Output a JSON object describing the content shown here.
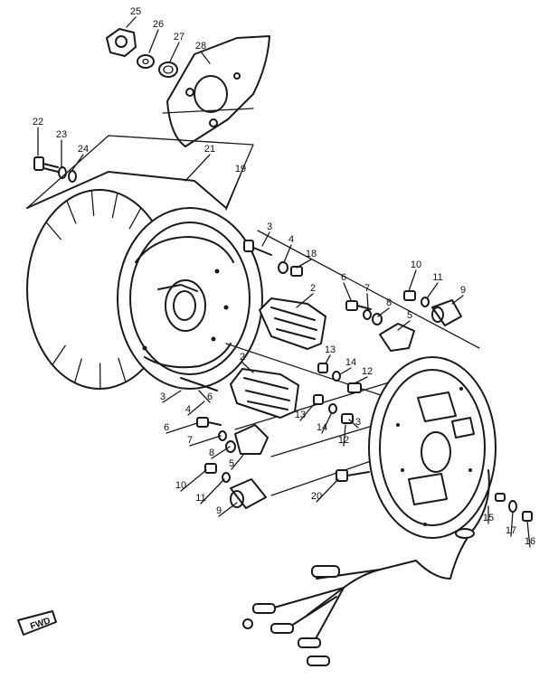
{
  "diagram": {
    "style": "exploded-parts-line-art",
    "ink_color": "#1a1a1a",
    "background": "#ffffff",
    "direction_marker": {
      "icon": "fwd-arrow-icon",
      "label": "FWD"
    },
    "callouts": [
      {
        "id": "c25",
        "label": "25"
      },
      {
        "id": "c26",
        "label": "26"
      },
      {
        "id": "c27",
        "label": "27"
      },
      {
        "id": "c28",
        "label": "28"
      },
      {
        "id": "c22",
        "label": "22"
      },
      {
        "id": "c23",
        "label": "23"
      },
      {
        "id": "c24",
        "label": "24"
      },
      {
        "id": "c21",
        "label": "21"
      },
      {
        "id": "c19",
        "label": "19"
      },
      {
        "id": "c3a",
        "label": "3"
      },
      {
        "id": "c4a",
        "label": "4"
      },
      {
        "id": "c18",
        "label": "18"
      },
      {
        "id": "c2a",
        "label": "2"
      },
      {
        "id": "c6a",
        "label": "6"
      },
      {
        "id": "c7a",
        "label": "7"
      },
      {
        "id": "c8a",
        "label": "8"
      },
      {
        "id": "c5a",
        "label": "5"
      },
      {
        "id": "c10a",
        "label": "10"
      },
      {
        "id": "c11a",
        "label": "11"
      },
      {
        "id": "c9a",
        "label": "9"
      },
      {
        "id": "c13a",
        "label": "13"
      },
      {
        "id": "c14a",
        "label": "14"
      },
      {
        "id": "c12a",
        "label": "12"
      },
      {
        "id": "c3b",
        "label": "3"
      },
      {
        "id": "c6b",
        "label": "6"
      },
      {
        "id": "c4b",
        "label": "4"
      },
      {
        "id": "c2b",
        "label": "2"
      },
      {
        "id": "c13b",
        "label": "13"
      },
      {
        "id": "c14b",
        "label": "14"
      },
      {
        "id": "c3c",
        "label": "3"
      },
      {
        "id": "c12b",
        "label": "12"
      },
      {
        "id": "c6c",
        "label": "6"
      },
      {
        "id": "c7b",
        "label": "7"
      },
      {
        "id": "c8b",
        "label": "8"
      },
      {
        "id": "c5b",
        "label": "5"
      },
      {
        "id": "c10b",
        "label": "10"
      },
      {
        "id": "c11b",
        "label": "11"
      },
      {
        "id": "c9b",
        "label": "9"
      },
      {
        "id": "c20",
        "label": "20"
      },
      {
        "id": "c15",
        "label": "15"
      },
      {
        "id": "c17",
        "label": "17"
      },
      {
        "id": "c16",
        "label": "16"
      }
    ]
  }
}
